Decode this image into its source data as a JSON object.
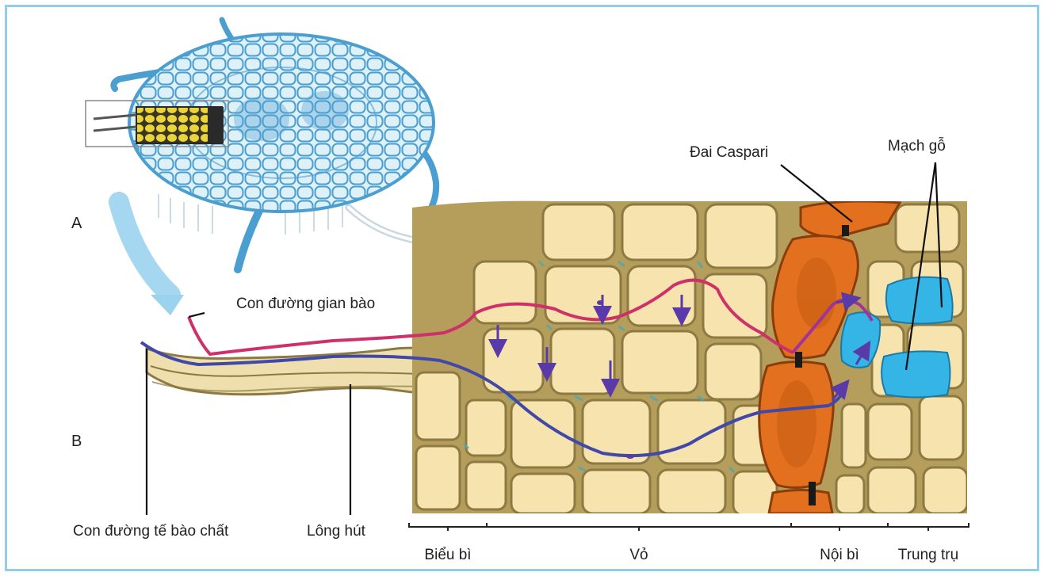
{
  "diagram": {
    "panel_labels": {
      "a": "A",
      "b": "B"
    },
    "labels": {
      "apoplast": "Con đường gian bào",
      "symplast": "Con đường tế bào chất",
      "root_hair": "Lông hút",
      "casparian_strip": "Đai Caspari",
      "xylem": "Mạch gỗ"
    },
    "regions": {
      "epidermis": "Biểu bì",
      "cortex": "Vỏ",
      "endodermis": "Nội bì",
      "stele": "Trung trụ"
    },
    "colors": {
      "border": "#8fd0e8",
      "cell_fill": "#f6e3ad",
      "cell_wall": "#8c7a42",
      "wall_teal": "#4aa9b8",
      "endodermis": "#e2701e",
      "xylem": "#35b4e6",
      "apoplast_path": "#d0306a",
      "symplast_path": "#4048a8",
      "cross_section": "#4a9fd0",
      "cross_section_fill": "#c7e7f4",
      "stele_center": "#e4c72a"
    }
  }
}
